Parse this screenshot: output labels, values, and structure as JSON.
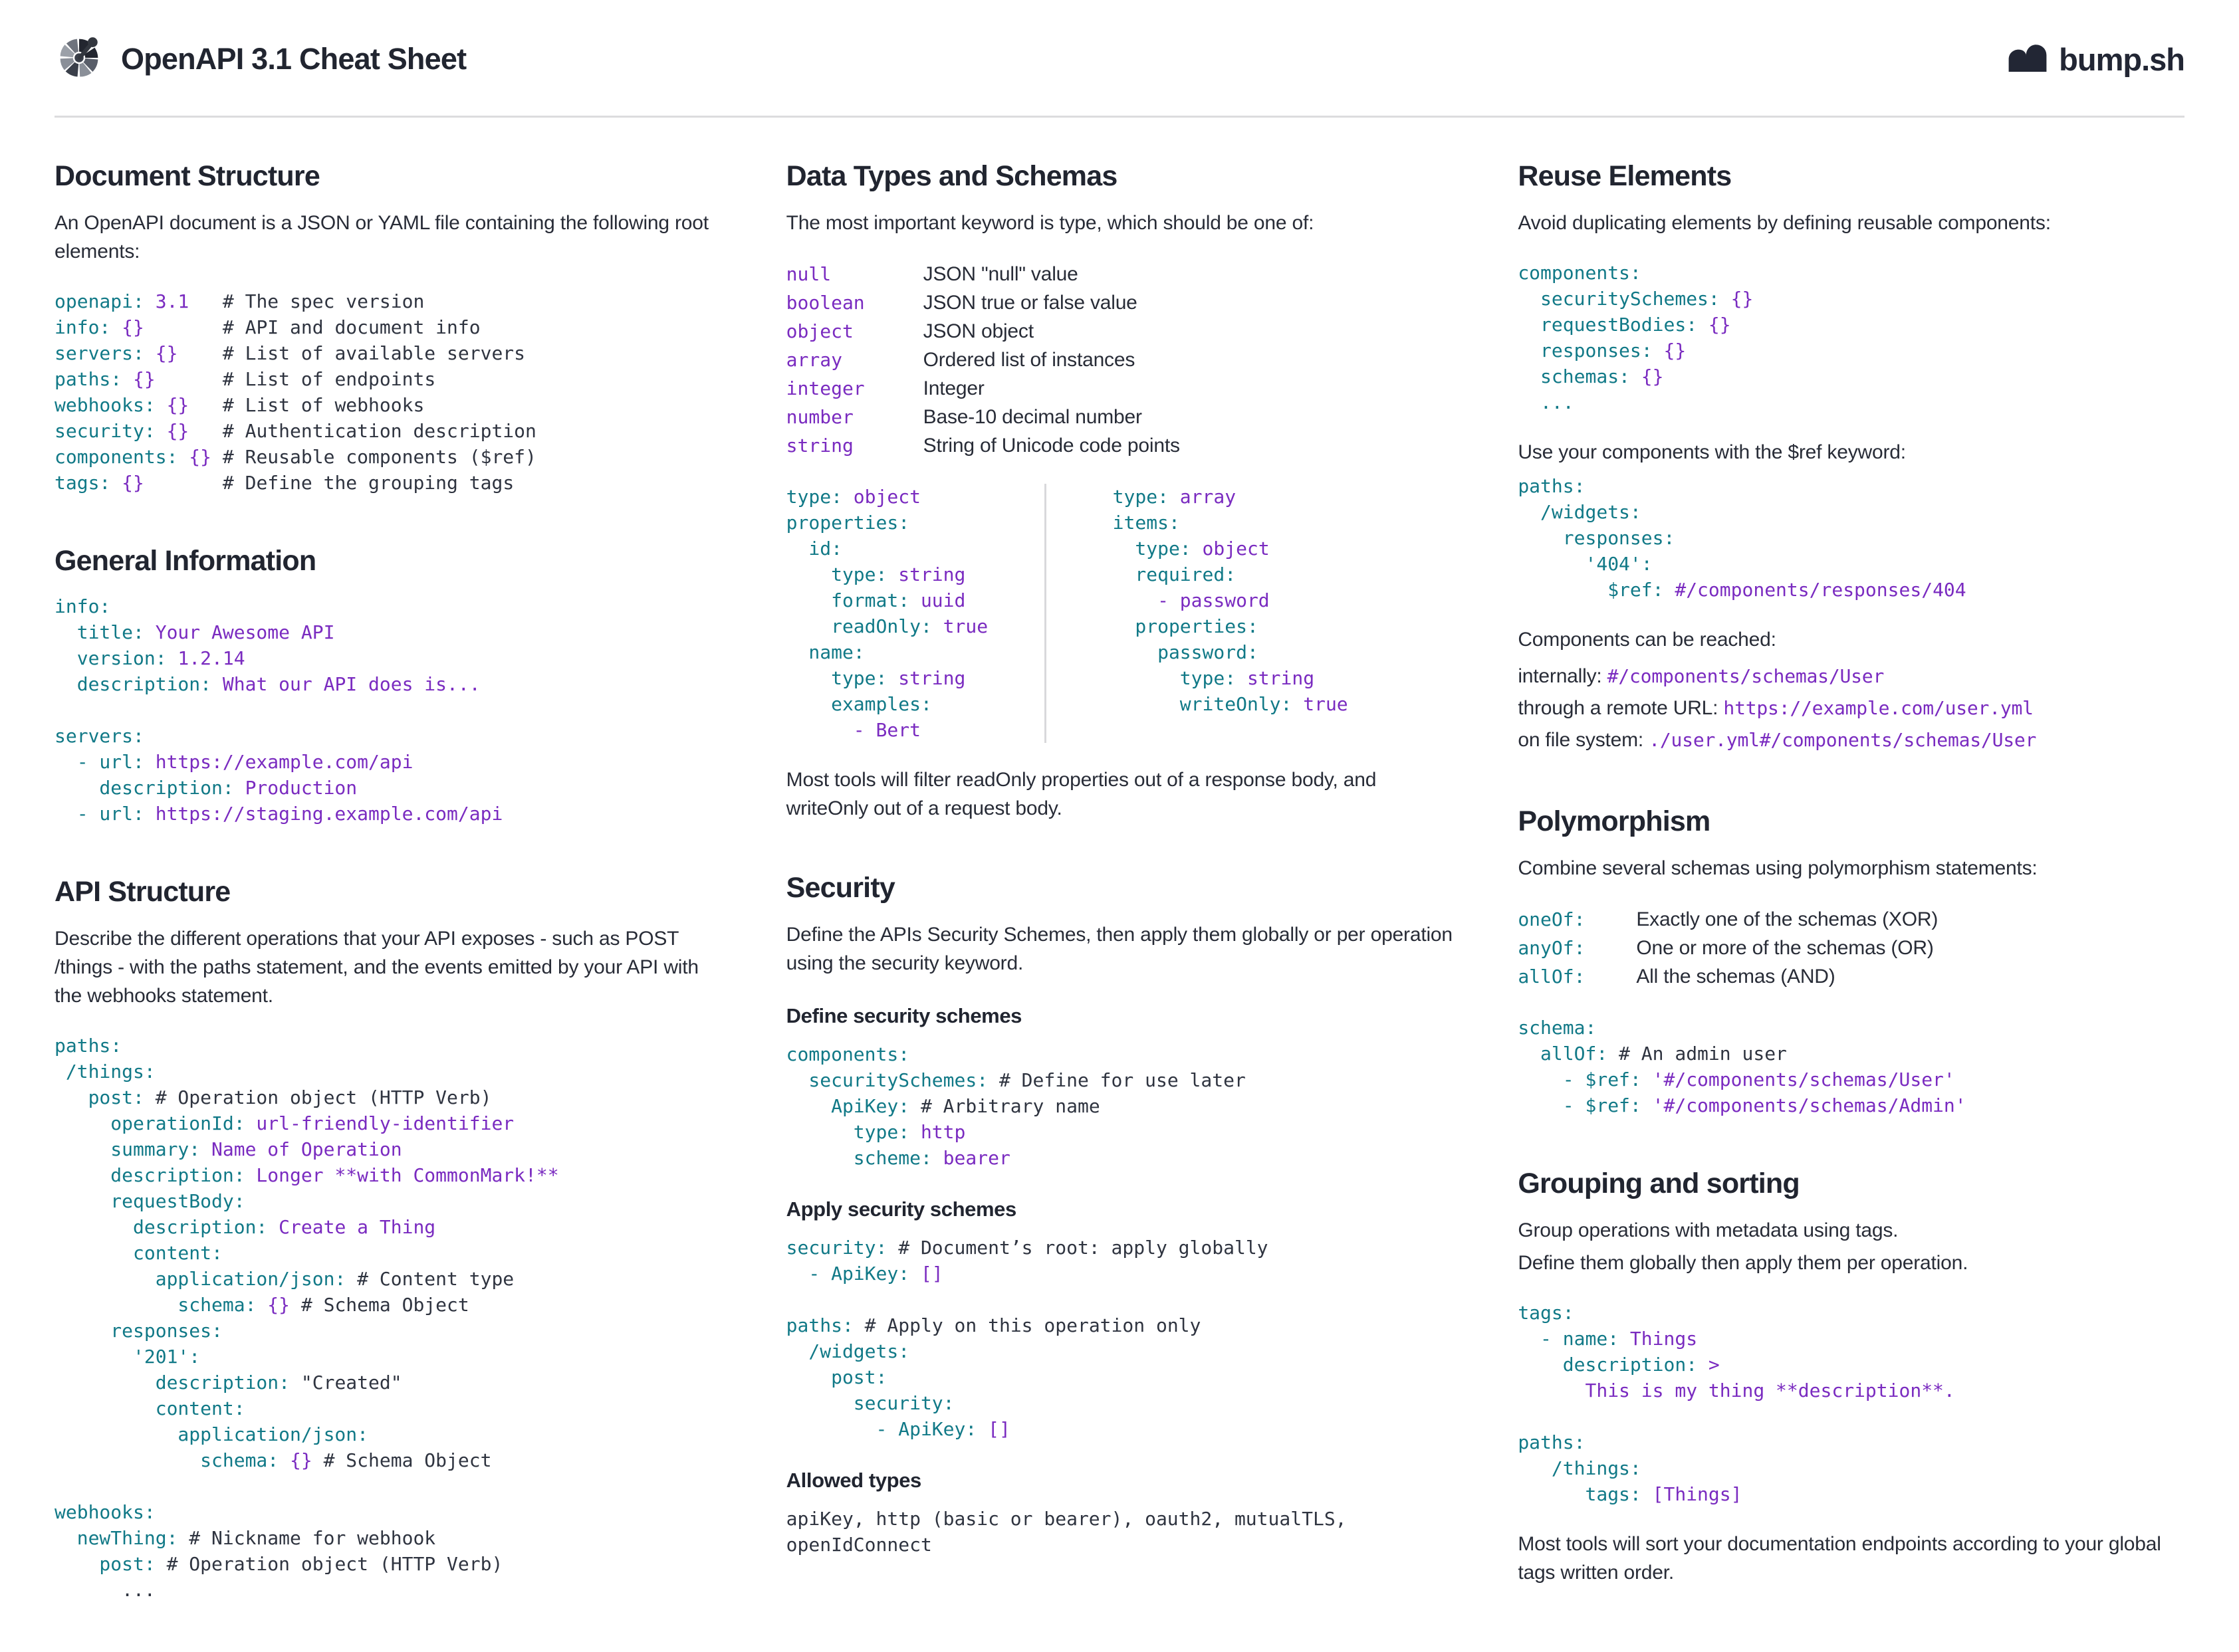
{
  "header": {
    "title": "OpenAPI 3.1 Cheat Sheet",
    "brand": "bump.sh"
  },
  "colors": {
    "teal": "#117987",
    "purple": "#7A2BC0",
    "ink": "#282C37",
    "heading": "#212530"
  },
  "col1": {
    "doc": {
      "heading": "Document Structure",
      "intro": "An OpenAPI document is a JSON or YAML file containing the following root elements:",
      "code": [
        [
          [
            "k",
            "openapi:"
          ],
          [
            "v",
            " 3.1"
          ],
          [
            "c",
            "   # The spec version"
          ]
        ],
        [
          [
            "k",
            "info:"
          ],
          [
            "v",
            " {}"
          ],
          [
            "c",
            "       # API and document info"
          ]
        ],
        [
          [
            "k",
            "servers:"
          ],
          [
            "v",
            " {}"
          ],
          [
            "c",
            "    # List of available servers"
          ]
        ],
        [
          [
            "k",
            "paths:"
          ],
          [
            "v",
            " {}"
          ],
          [
            "c",
            "      # List of endpoints"
          ]
        ],
        [
          [
            "k",
            "webhooks:"
          ],
          [
            "v",
            " {}"
          ],
          [
            "c",
            "   # List of webhooks"
          ]
        ],
        [
          [
            "k",
            "security:"
          ],
          [
            "v",
            " {}"
          ],
          [
            "c",
            "   # Authentication description"
          ]
        ],
        [
          [
            "k",
            "components:"
          ],
          [
            "v",
            " {}"
          ],
          [
            "c",
            " # Reusable components ($ref)"
          ]
        ],
        [
          [
            "k",
            "tags:"
          ],
          [
            "v",
            " {}"
          ],
          [
            "c",
            "       # Define the grouping tags"
          ]
        ]
      ]
    },
    "general": {
      "heading": "General Information",
      "code": [
        [
          [
            "k",
            "info:"
          ]
        ],
        [
          [
            "k",
            "  title:"
          ],
          [
            "v",
            " Your Awesome API"
          ]
        ],
        [
          [
            "k",
            "  version:"
          ],
          [
            "v",
            " 1.2.14"
          ]
        ],
        [
          [
            "k",
            "  description:"
          ],
          [
            "v",
            " What our API does is..."
          ]
        ],
        [],
        [
          [
            "k",
            "servers:"
          ]
        ],
        [
          [
            "k",
            "  - url:"
          ],
          [
            "v",
            " https://example.com/api"
          ]
        ],
        [
          [
            "k",
            "    description:"
          ],
          [
            "v",
            " Production"
          ]
        ],
        [
          [
            "k",
            "  - url:"
          ],
          [
            "v",
            " https://staging.example.com/api"
          ]
        ]
      ]
    },
    "api": {
      "heading": "API Structure",
      "intro": "Describe the different operations that your API exposes - such as POST /things - with the paths statement, and the events emitted by your API with the webhooks statement.",
      "code": [
        [
          [
            "k",
            "paths:"
          ]
        ],
        [
          [
            "k",
            " /things:"
          ]
        ],
        [
          [
            "k",
            "   post:"
          ],
          [
            "c",
            " # Operation object (HTTP Verb)"
          ]
        ],
        [
          [
            "k",
            "     operationId:"
          ],
          [
            "v",
            " url-friendly-identifier"
          ]
        ],
        [
          [
            "k",
            "     summary:"
          ],
          [
            "v",
            " Name of Operation"
          ]
        ],
        [
          [
            "k",
            "     description:"
          ],
          [
            "v",
            " Longer **with CommonMark!**"
          ]
        ],
        [
          [
            "k",
            "     requestBody:"
          ]
        ],
        [
          [
            "k",
            "       description:"
          ],
          [
            "v",
            " Create a Thing"
          ]
        ],
        [
          [
            "k",
            "       content:"
          ]
        ],
        [
          [
            "k",
            "         application/json:"
          ],
          [
            "c",
            " # Content type"
          ]
        ],
        [
          [
            "k",
            "           schema:"
          ],
          [
            "v",
            " {}"
          ],
          [
            "c",
            " # Schema Object"
          ]
        ],
        [
          [
            "k",
            "     responses:"
          ]
        ],
        [
          [
            "k",
            "       '201':"
          ]
        ],
        [
          [
            "k",
            "         description:"
          ],
          [
            "c",
            " \"Created\""
          ]
        ],
        [
          [
            "k",
            "         content:"
          ]
        ],
        [
          [
            "k",
            "           application/json:"
          ]
        ],
        [
          [
            "k",
            "             schema:"
          ],
          [
            "v",
            " {}"
          ],
          [
            "c",
            " # Schema Object"
          ]
        ],
        [],
        [
          [
            "k",
            "webhooks:"
          ]
        ],
        [
          [
            "k",
            "  newThing:"
          ],
          [
            "c",
            " # Nickname for webhook"
          ]
        ],
        [
          [
            "k",
            "    post:"
          ],
          [
            "c",
            " # Operation object (HTTP Verb)"
          ]
        ],
        [
          [
            "c",
            "      ..."
          ]
        ]
      ]
    }
  },
  "col2": {
    "datatypes": {
      "heading": "Data Types and Schemas",
      "intro": "The most important keyword is type, which should be one of:",
      "types": [
        {
          "k": "null",
          "d": "JSON \"null\" value"
        },
        {
          "k": "boolean",
          "d": "JSON true or false value"
        },
        {
          "k": "object",
          "d": "JSON object"
        },
        {
          "k": "array",
          "d": "Ordered list of instances"
        },
        {
          "k": "integer",
          "d": "Integer"
        },
        {
          "k": "number",
          "d": "Base-10 decimal number"
        },
        {
          "k": "string",
          "d": "String of Unicode code points"
        }
      ],
      "left_code": [
        [
          [
            "k",
            "type:"
          ],
          [
            "v",
            " object"
          ]
        ],
        [
          [
            "k",
            "properties:"
          ]
        ],
        [
          [
            "k",
            "  id:"
          ]
        ],
        [
          [
            "k",
            "    type:"
          ],
          [
            "v",
            " string"
          ]
        ],
        [
          [
            "k",
            "    format:"
          ],
          [
            "v",
            " uuid"
          ]
        ],
        [
          [
            "k",
            "    readOnly:"
          ],
          [
            "v",
            " true"
          ]
        ],
        [
          [
            "k",
            "  name:"
          ]
        ],
        [
          [
            "k",
            "    type:"
          ],
          [
            "v",
            " string"
          ]
        ],
        [
          [
            "k",
            "    examples:"
          ]
        ],
        [
          [
            "v",
            "      - Bert"
          ]
        ]
      ],
      "right_code": [
        [
          [
            "k",
            "type:"
          ],
          [
            "v",
            " array"
          ]
        ],
        [
          [
            "k",
            "items:"
          ]
        ],
        [
          [
            "k",
            "  type:"
          ],
          [
            "v",
            " object"
          ]
        ],
        [
          [
            "k",
            "  required:"
          ]
        ],
        [
          [
            "v",
            "    - password"
          ]
        ],
        [
          [
            "k",
            "  properties:"
          ]
        ],
        [
          [
            "k",
            "    password:"
          ]
        ],
        [
          [
            "k",
            "      type:"
          ],
          [
            "v",
            " string"
          ]
        ],
        [
          [
            "k",
            "      writeOnly:"
          ],
          [
            "v",
            " true"
          ]
        ]
      ],
      "note": "Most tools will filter readOnly properties out of a response body, and writeOnly out of a request body."
    },
    "security": {
      "heading": "Security",
      "intro": "Define the APIs Security Schemes, then apply them globally or per operation using the security keyword.",
      "define_heading": "Define security schemes",
      "define_code": [
        [
          [
            "k",
            "components:"
          ]
        ],
        [
          [
            "k",
            "  securitySchemes:"
          ],
          [
            "c",
            " # Define for use later"
          ]
        ],
        [
          [
            "k",
            "    ApiKey:"
          ],
          [
            "c",
            " # Arbitrary name"
          ]
        ],
        [
          [
            "k",
            "      type:"
          ],
          [
            "v",
            " http"
          ]
        ],
        [
          [
            "k",
            "      scheme:"
          ],
          [
            "v",
            " bearer"
          ]
        ]
      ],
      "apply_heading": "Apply security schemes",
      "apply_code": [
        [
          [
            "k",
            "security:"
          ],
          [
            "c",
            " # Document’s root: apply globally"
          ]
        ],
        [
          [
            "k",
            "  - ApiKey:"
          ],
          [
            "v",
            " []"
          ]
        ],
        [],
        [
          [
            "k",
            "paths:"
          ],
          [
            "c",
            " # Apply on this operation only"
          ]
        ],
        [
          [
            "k",
            "  /widgets:"
          ]
        ],
        [
          [
            "k",
            "    post:"
          ]
        ],
        [
          [
            "k",
            "      security:"
          ]
        ],
        [
          [
            "k",
            "        - ApiKey:"
          ],
          [
            "v",
            " []"
          ]
        ]
      ],
      "allowed_heading": "Allowed types",
      "allowed_code": [
        [
          [
            "c",
            "apiKey, http (basic or bearer), oauth2, mutualTLS,"
          ]
        ],
        [
          [
            "c",
            "openIdConnect"
          ]
        ]
      ]
    }
  },
  "col3": {
    "reuse": {
      "heading": "Reuse Elements",
      "intro": "Avoid duplicating elements by defining reusable components:",
      "components_code": [
        [
          [
            "k",
            "components:"
          ]
        ],
        [
          [
            "k",
            "  securitySchemes:"
          ],
          [
            "v",
            " {}"
          ]
        ],
        [
          [
            "k",
            "  requestBodies:"
          ],
          [
            "v",
            " {}"
          ]
        ],
        [
          [
            "k",
            "  responses:"
          ],
          [
            "v",
            " {}"
          ]
        ],
        [
          [
            "k",
            "  schemas:"
          ],
          [
            "v",
            " {}"
          ]
        ],
        [
          [
            "k",
            "  ..."
          ]
        ]
      ],
      "ref_intro": "Use your components with the $ref keyword:",
      "ref_code": [
        [
          [
            "k",
            "paths:"
          ]
        ],
        [
          [
            "k",
            "  /widgets:"
          ]
        ],
        [
          [
            "k",
            "    responses:"
          ]
        ],
        [
          [
            "k",
            "      '404':"
          ]
        ],
        [
          [
            "k",
            "        $ref:"
          ],
          [
            "v",
            " #/components/responses/404"
          ]
        ]
      ],
      "reach_intro": "Components can be reached:",
      "reach": [
        {
          "label": "internally: ",
          "value": "#/components/schemas/User"
        },
        {
          "label": "through a remote URL: ",
          "value": "https://example.com/user.yml"
        },
        {
          "label": "on file system: ",
          "value": "./user.yml#/components/schemas/User"
        }
      ]
    },
    "poly": {
      "heading": "Polymorphism",
      "intro": "Combine several schemas using polymorphism statements:",
      "ops": [
        {
          "k": "oneOf:",
          "d": "Exactly one of the schemas (XOR)"
        },
        {
          "k": "anyOf:",
          "d": "One or more of the schemas (OR)"
        },
        {
          "k": "allOf:",
          "d": "All the schemas (AND)"
        }
      ],
      "code": [
        [
          [
            "k",
            "schema:"
          ]
        ],
        [
          [
            "k",
            "  allOf:"
          ],
          [
            "c",
            " # An admin user"
          ]
        ],
        [
          [
            "k",
            "    - $ref:"
          ],
          [
            "v",
            " '#/components/schemas/User'"
          ]
        ],
        [
          [
            "k",
            "    - $ref:"
          ],
          [
            "v",
            " '#/components/schemas/Admin'"
          ]
        ]
      ]
    },
    "grouping": {
      "heading": "Grouping and sorting",
      "intro1": "Group operations with metadata using tags.",
      "intro2": "Define them globally then apply them per operation.",
      "code": [
        [
          [
            "k",
            "tags:"
          ]
        ],
        [
          [
            "k",
            "  - name:"
          ],
          [
            "v",
            " Things"
          ]
        ],
        [
          [
            "k",
            "    description:"
          ],
          [
            "v",
            " >"
          ]
        ],
        [
          [
            "v",
            "      This is my thing **description**."
          ]
        ],
        [],
        [
          [
            "k",
            "paths:"
          ]
        ],
        [
          [
            "k",
            "   /things:"
          ]
        ],
        [
          [
            "k",
            "      tags:"
          ],
          [
            "v",
            " [Things]"
          ]
        ]
      ],
      "note": "Most tools will sort your documentation endpoints according to your global tags written order."
    }
  }
}
